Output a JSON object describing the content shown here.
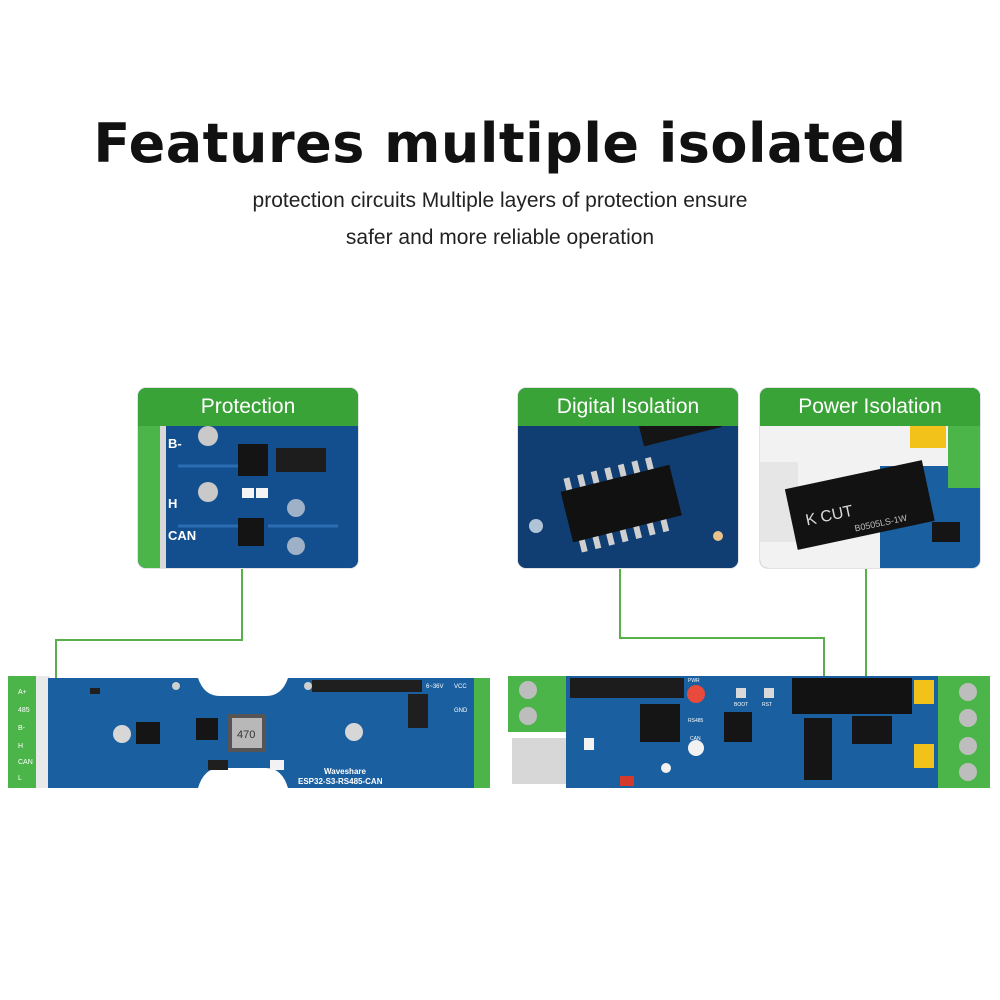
{
  "headline": "Features multiple isolated",
  "subtitle_line1": "protection circuits Multiple layers of protection ensure",
  "subtitle_line2": "safer and more reliable operation",
  "cards": [
    {
      "title": "Protection"
    },
    {
      "title": "Digital Isolation"
    },
    {
      "title": "Power Isolation"
    }
  ],
  "board_labels": {
    "left_terminals": [
      "A+",
      "485",
      "B-",
      "H",
      "CAN",
      "L"
    ],
    "voltage": "6~36V",
    "vcc": "VCC",
    "gnd": "GND",
    "inductor": "470",
    "brand": "Waveshare",
    "model": "ESP32-S3-RS485-CAN",
    "pwr": "PWR",
    "boot": "BOOT",
    "rst": "RST",
    "rs485": "RS485",
    "can": "CAN"
  },
  "card_text": {
    "protection_labels": [
      "B-",
      "H",
      "CAN"
    ],
    "power_module": "K CUT",
    "power_part": "B0505LS-1W"
  },
  "colors": {
    "accent_green": "#3aa337",
    "pcb_blue": "#1a5fa0",
    "terminal_green": "#4cb54a",
    "connector_line": "#59b04a"
  }
}
